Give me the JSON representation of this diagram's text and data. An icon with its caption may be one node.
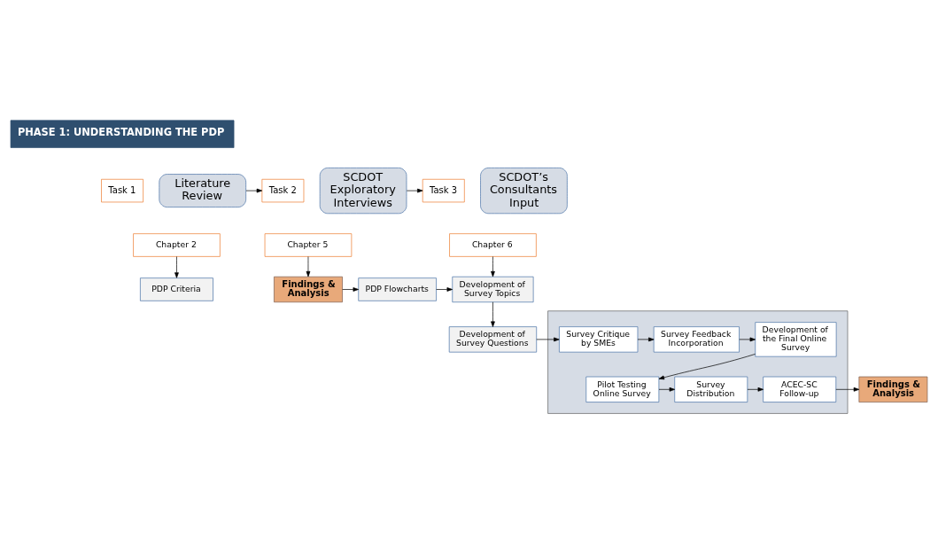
{
  "diagram": {
    "nodes": [
      {
        "text": [
          "PHASE 1: UNDERSTANDING THE PDP"
        ]
      },
      {
        "text": [
          "Task 1"
        ]
      },
      {
        "text": [
          "Literature Review"
        ]
      },
      {
        "text": [
          "Chapter 2"
        ]
      },
      {
        "text": [
          "Task 2"
        ]
      },
      {
        "text": [
          "SCDOT Exploratory Interviews"
        ]
      },
      {
        "text": [
          "Chapter 5"
        ]
      },
      {
        "text": [
          "Task 3"
        ]
      },
      {
        "text": [
          "SCDOT’s Consultants Input"
        ]
      },
      {
        "text": [
          "Chapter 6"
        ]
      },
      {
        "text": [
          "PDP Criteria"
        ]
      },
      {
        "text": [
          "Findings & Analysis"
        ]
      },
      {
        "text": [
          "PDP Flowcharts"
        ]
      },
      {
        "text": [
          "Development of Survey Topics"
        ]
      },
      {
        "text": [
          "Development of Survey Questions"
        ]
      },
      {
        "text": [],
        "shape": "box"
      },
      {
        "text": [
          "Development of the Final Online Survey"
        ],
        "in": 15
      },
      {
        "text": [
          "Survey Feedback Incorporation"
        ],
        "in": 15
      },
      {
        "text": [
          "Survey Critique by SMEs"
        ],
        "in": 15
      },
      {
        "text": [
          "Pilot Testing Online Survey"
        ],
        "in": 15
      },
      {
        "text": [
          "Survey Distribution"
        ],
        "in": 15
      },
      {
        "text": [
          "ACEC-SC Follow-up"
        ],
        "in": 15
      },
      {
        "text": [
          "Findings & Analysis"
        ]
      }
    ],
    "edges": [
      {
        "from": 2,
        "to": 4,
        "arrow": "to"
      },
      {
        "from": 5,
        "to": 7,
        "arrow": "to"
      },
      {
        "from": 3,
        "to": 10,
        "arrow": "to"
      },
      {
        "from": 6,
        "to": 11,
        "arrow": "to"
      },
      {
        "from": 11,
        "to": 12,
        "arrow": "to"
      },
      {
        "from": 12,
        "to": 13,
        "arrow": "to"
      },
      {
        "from": 9,
        "to": 13,
        "arrow": "to"
      },
      {
        "from": 13,
        "to": 14,
        "arrow": "to"
      },
      {
        "from": 14,
        "to": 18,
        "arrow": "to"
      },
      {
        "from": 18,
        "to": 17,
        "arrow": "to"
      },
      {
        "from": 17,
        "to": 16,
        "arrow": "to"
      },
      {
        "from": 16,
        "to": 19,
        "arrow": "to"
      },
      {
        "from": 19,
        "to": 20,
        "arrow": "to"
      },
      {
        "from": 20,
        "to": 21,
        "arrow": "to"
      },
      {
        "from": 21,
        "to": 22,
        "arrow": "to"
      }
    ]
  }
}
